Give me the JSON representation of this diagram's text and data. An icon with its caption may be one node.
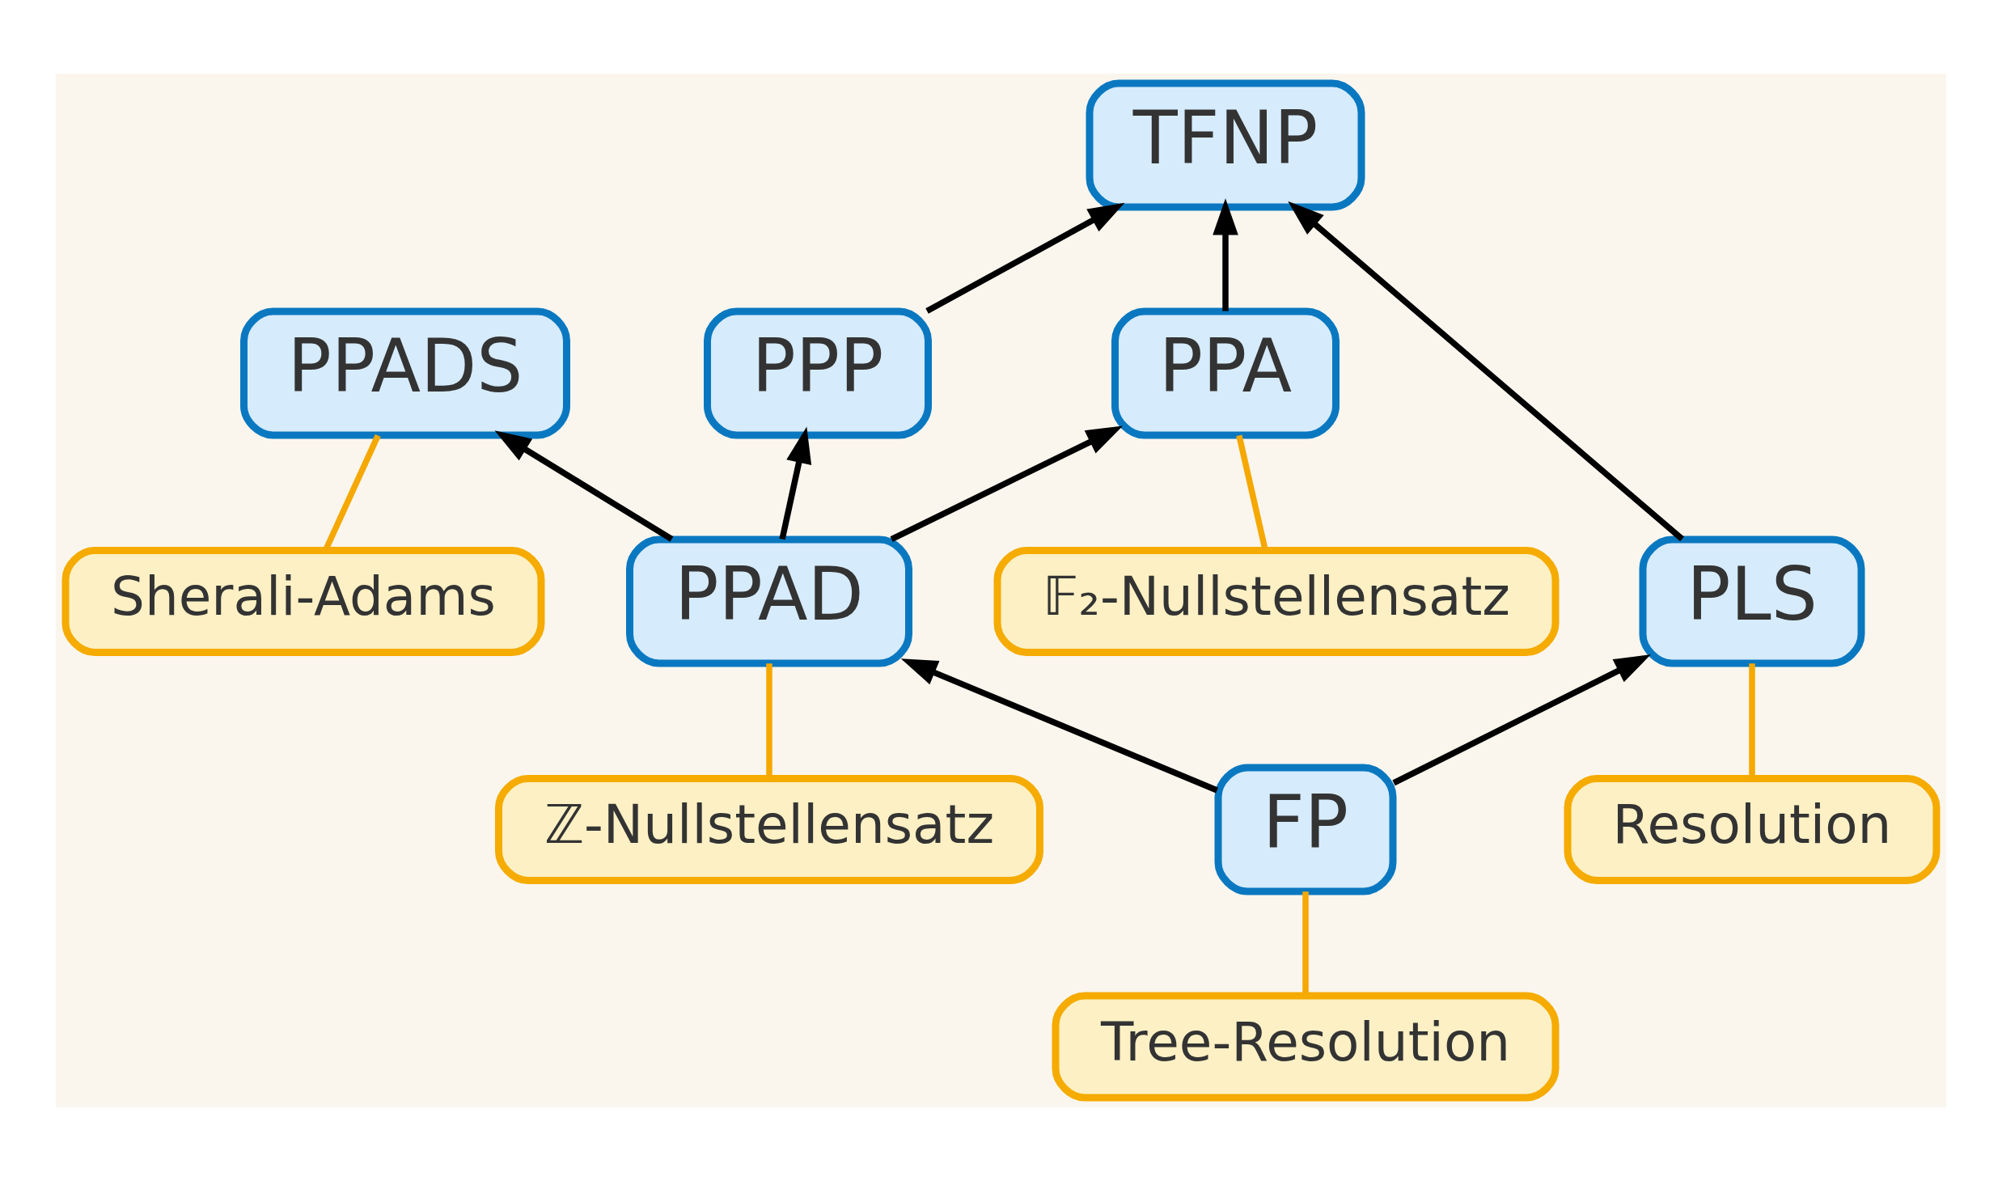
{
  "diagram": {
    "nodes": [
      {
        "text": [
          "TFNP"
        ]
      },
      {
        "text": [
          "𝔽₂-Nullstellensatz"
        ]
      },
      {
        "text": [
          "PPA"
        ]
      },
      {
        "text": [
          "PPADS"
        ]
      },
      {
        "text": [
          "PPP"
        ]
      },
      {
        "text": [
          "Sherali-Adams"
        ]
      },
      {
        "text": [
          "PLS"
        ]
      },
      {
        "text": [
          "PPAD"
        ]
      },
      {
        "text": [
          "Resolution"
        ]
      },
      {
        "text": [
          "ℤ-Nullstellensatz"
        ]
      },
      {
        "text": [
          "FP"
        ]
      },
      {
        "text": [
          "Tree-Resolution"
        ]
      }
    ],
    "edges": [
      {
        "from": 2,
        "to": 0,
        "arrow": "to"
      },
      {
        "from": 4,
        "to": 0,
        "arrow": "to"
      },
      {
        "from": 6,
        "to": 0,
        "arrow": "to"
      },
      {
        "from": 7,
        "to": 2,
        "arrow": "to"
      },
      {
        "from": 7,
        "to": 3,
        "arrow": "to"
      },
      {
        "from": 7,
        "to": 4,
        "arrow": "to"
      },
      {
        "from": 10,
        "to": 7,
        "arrow": "to"
      },
      {
        "from": 10,
        "to": 6,
        "arrow": "to"
      },
      {
        "from": 1,
        "to": 2,
        "arrow": "none",
        "color": "#f5a800"
      },
      {
        "from": 5,
        "to": 3,
        "arrow": "none",
        "color": "#f5a800"
      },
      {
        "from": 9,
        "to": 7,
        "arrow": "none",
        "color": "#f5a800"
      },
      {
        "from": 8,
        "to": 6,
        "arrow": "none",
        "color": "#f5a800"
      },
      {
        "from": 11,
        "to": 10,
        "arrow": "none",
        "color": "#f5a800"
      }
    ]
  }
}
